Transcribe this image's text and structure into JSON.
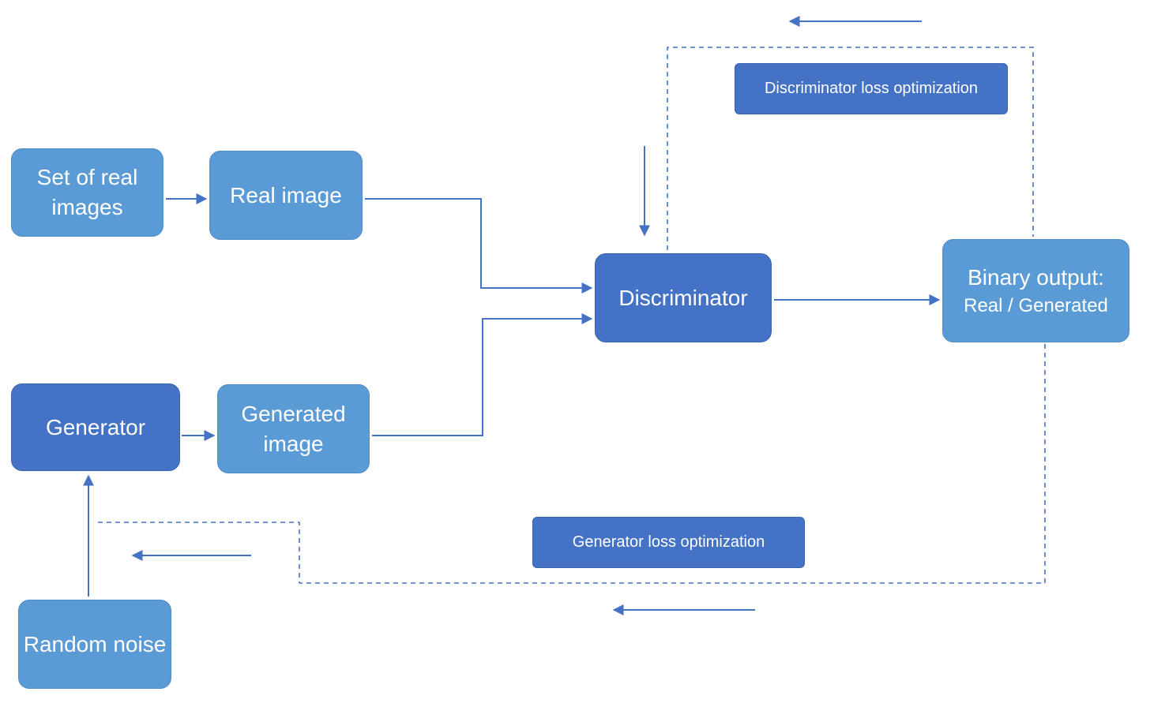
{
  "nodes": {
    "set_of_real_images": "Set of real images",
    "real_image": "Real image",
    "generator": "Generator",
    "generated_image": "Generated image",
    "discriminator": "Discriminator",
    "binary_output": {
      "line1": "Binary output:",
      "line2": "Real / Generated"
    },
    "random_noise": "Random noise"
  },
  "labels": {
    "discriminator_loss": "Discriminator loss optimization",
    "generator_loss": "Generator loss optimization"
  },
  "colors": {
    "light_box": "#5b9bd5",
    "dark_box": "#4472c4",
    "connector": "#4472c4",
    "text": "#ffffff"
  }
}
